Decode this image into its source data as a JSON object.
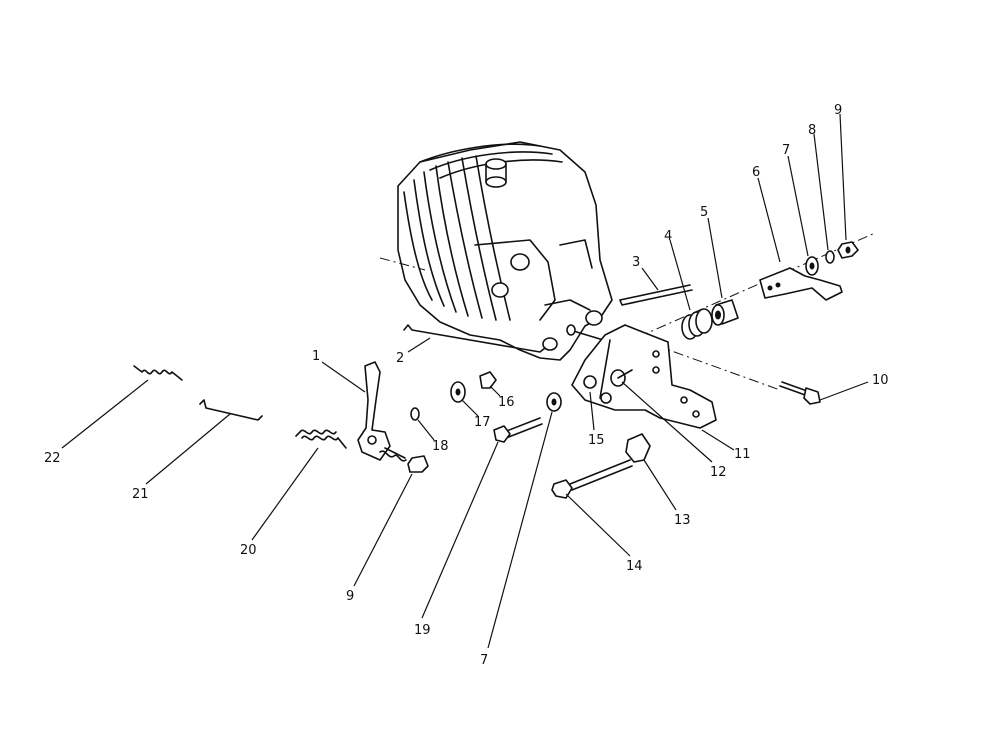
{
  "callouts": [
    {
      "id": "c1",
      "label": "1"
    },
    {
      "id": "c2",
      "label": "2"
    },
    {
      "id": "c3",
      "label": "3"
    },
    {
      "id": "c4",
      "label": "4"
    },
    {
      "id": "c5",
      "label": "5"
    },
    {
      "id": "c6",
      "label": "6"
    },
    {
      "id": "c7a",
      "label": "7"
    },
    {
      "id": "c8",
      "label": "8"
    },
    {
      "id": "c9a",
      "label": "9"
    },
    {
      "id": "c10",
      "label": "10"
    },
    {
      "id": "c11",
      "label": "11"
    },
    {
      "id": "c12",
      "label": "12"
    },
    {
      "id": "c13",
      "label": "13"
    },
    {
      "id": "c14",
      "label": "14"
    },
    {
      "id": "c15",
      "label": "15"
    },
    {
      "id": "c16",
      "label": "16"
    },
    {
      "id": "c17",
      "label": "17"
    },
    {
      "id": "c18",
      "label": "18"
    },
    {
      "id": "c19",
      "label": "19"
    },
    {
      "id": "c20",
      "label": "20"
    },
    {
      "id": "c21",
      "label": "21"
    },
    {
      "id": "c22",
      "label": "22"
    },
    {
      "id": "c9b",
      "label": "9"
    },
    {
      "id": "c7b",
      "label": "7"
    }
  ]
}
